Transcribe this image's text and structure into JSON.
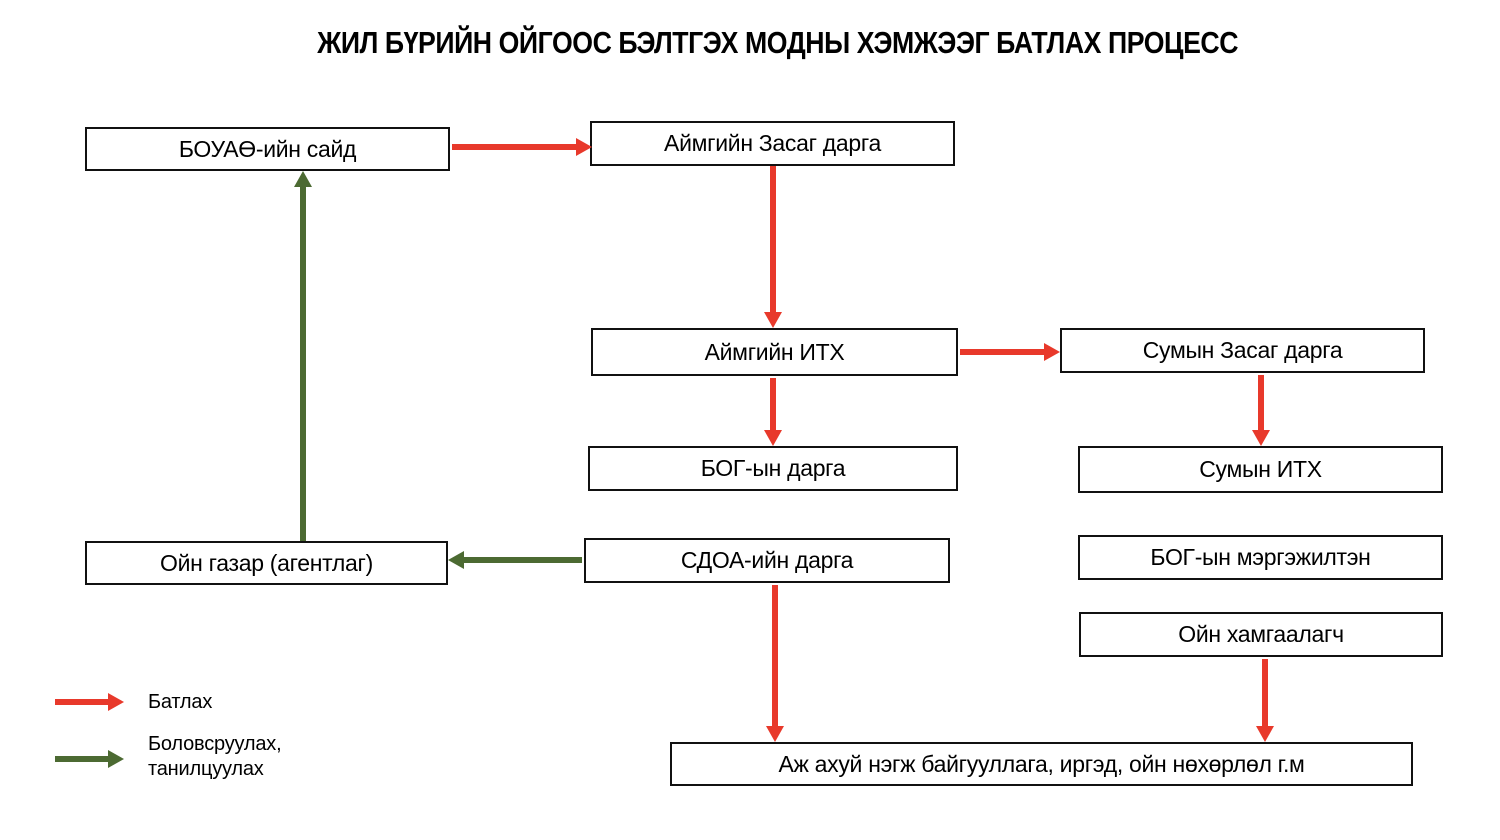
{
  "title": "ЖИЛ БҮРИЙН ОЙГООС БЭЛТГЭХ МОДНЫ ХЭМЖЭЭГ БАТЛАХ ПРОЦЕСС",
  "nodes": {
    "minister": "БОУАӨ-ийн сайд",
    "aimag_governor": "Аймгийн Засаг дарга",
    "aimag_itkh": "Аймгийн ИТХ",
    "sum_governor": "Сумын Засаг дарга",
    "bog_director": "БОГ-ын дарга",
    "sum_itkh": "Сумын ИТХ",
    "forest_agency": "Ойн газар (агентлаг)",
    "sdoa_director": "СДОА-ийн дарга",
    "bog_specialist": "БОГ-ын мэргэжилтэн",
    "forest_ranger": "Ойн хамгаалагч",
    "entities": "Аж ахуй нэгж байгууллага, иргэд, ойн нөхөрлөл г.м"
  },
  "legend": {
    "approve_label": "Батлах",
    "develop_label_line1": "Боловсруулах,",
    "develop_label_line2": "танилцуулах"
  },
  "colors": {
    "approve_arrow": "#E8392B",
    "develop_arrow": "#4C6A32"
  }
}
